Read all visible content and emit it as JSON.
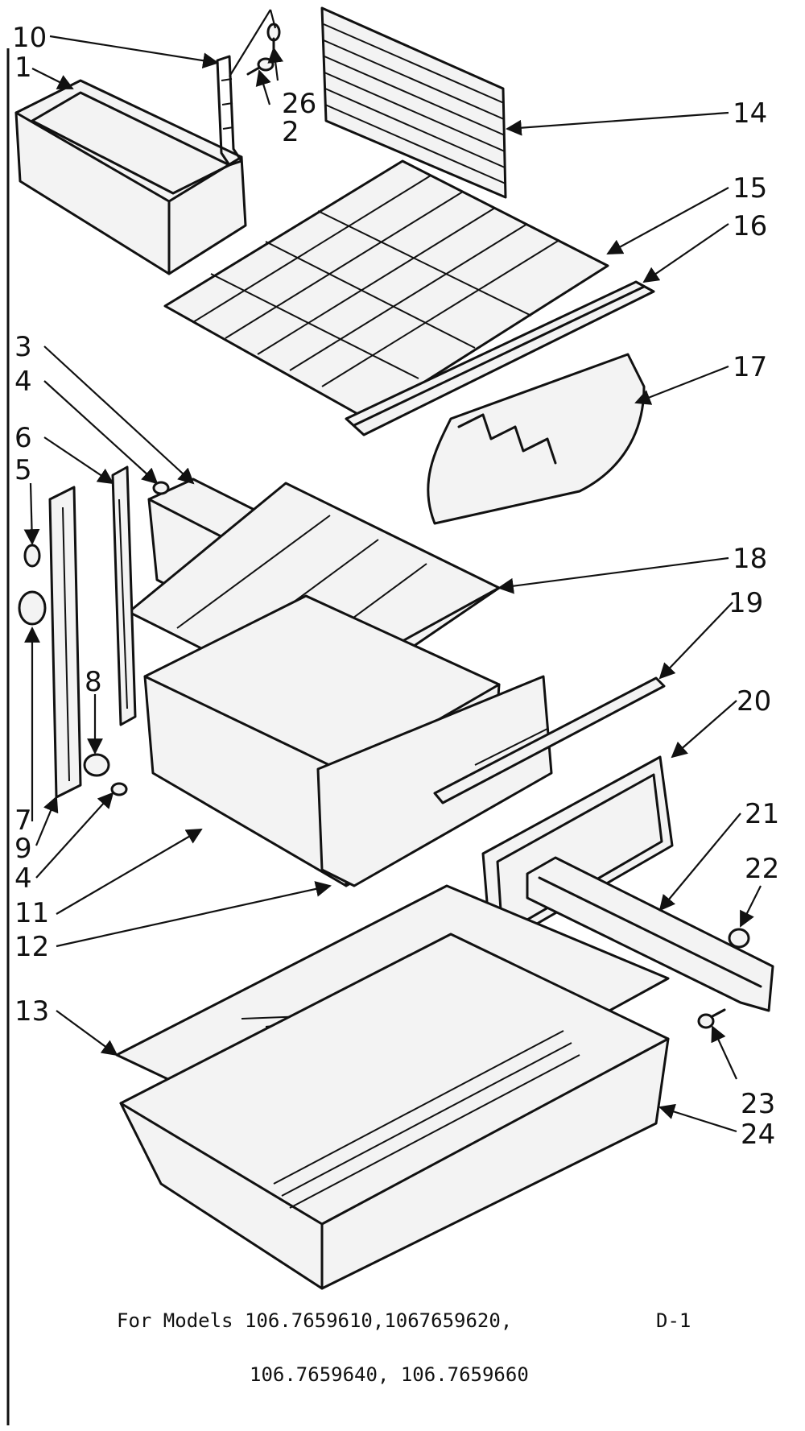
{
  "diagram": {
    "callouts": [
      "10",
      "1",
      "26",
      "2",
      "14",
      "15",
      "16",
      "17",
      "3",
      "4",
      "6",
      "5",
      "18",
      "19",
      "20",
      "8",
      "7",
      "9",
      "4",
      "11",
      "12",
      "21",
      "22",
      "13",
      "23",
      "24"
    ],
    "caption": {
      "line1": "For Models 106.7659610,1067659620,",
      "code": "D-1",
      "line2": "106.7659640, 106.7659660"
    }
  }
}
